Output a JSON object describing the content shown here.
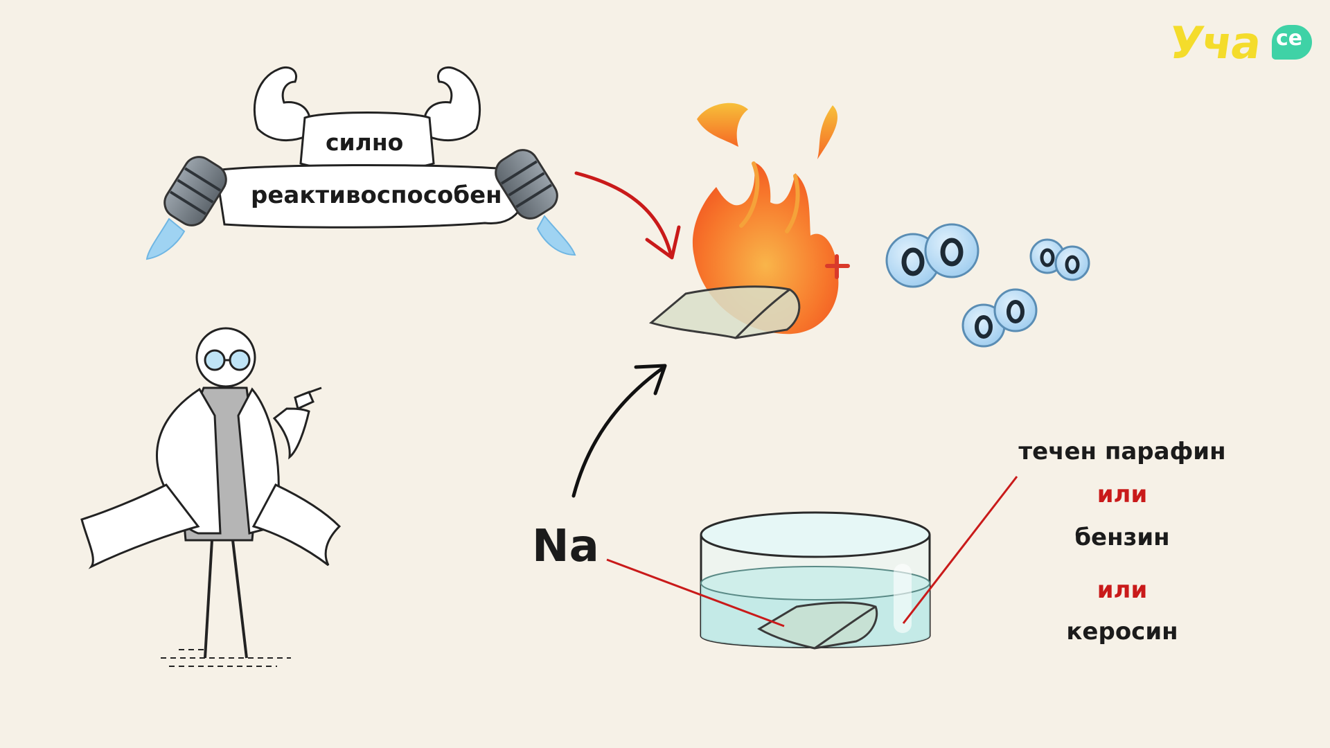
{
  "labels": {
    "strong": "силно",
    "reactive": "реактивоспособен",
    "element": "Na",
    "solvent1": "течен парафин",
    "or1": "или",
    "solvent2": "бензин",
    "or2": "или",
    "solvent3": "керосин"
  },
  "logo": {
    "text": "Уча",
    "suffix": "се"
  },
  "colors": {
    "background": "#f6f1e7",
    "accent_red": "#c91a1a",
    "logo_yellow": "#f4dc2b",
    "logo_green": "#3fd2a6",
    "flame_orange": "#f7762b",
    "molecule_blue": "#b7daf5",
    "liquid": "#bfe9e6"
  },
  "icons": [
    "muscle-arms-icon",
    "jet-engine-icon",
    "flame-icon",
    "oxygen-molecule-icon",
    "scientist-icon",
    "beaker-icon",
    "sodium-piece-icon",
    "arrow-icon"
  ]
}
